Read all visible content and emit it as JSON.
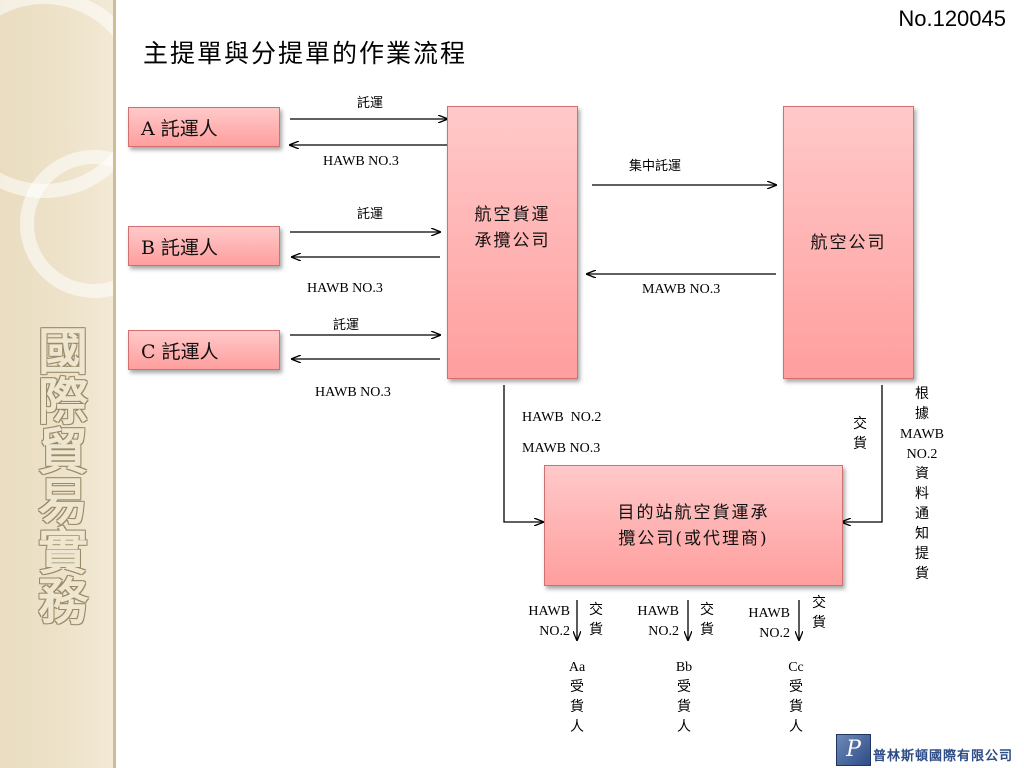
{
  "slide_number": "No.120045",
  "title": "主提單與分提單的作業流程",
  "sidebar_title": "國際貿易實務",
  "shippers": [
    {
      "label": "A 託運人"
    },
    {
      "label": "B 託運人"
    },
    {
      "label": "C 託運人"
    }
  ],
  "forwarder": {
    "line1": "航空貨運",
    "line2": "承攬公司"
  },
  "airline": {
    "label": "航空公司"
  },
  "destination": {
    "line1": "目的站航空貨運承",
    "line2": "攬公司(或代理商)"
  },
  "edge_labels": {
    "consign_a": "託運",
    "hawb_a": "HAWB NO.3",
    "consign_b": "託運",
    "hawb_b": "HAWB NO.3",
    "consign_c": "託運",
    "hawb_c": "HAWB NO.3",
    "consolidate": "集中託運",
    "mawb_back": "MAWB NO.3",
    "hawb_dest": "HAWB  NO.2",
    "mawb_dest": "MAWB NO.3",
    "deliver_airline": "交貨",
    "notify": "根據MAWB NO.2資料通知提貨"
  },
  "notify_parts": [
    "根",
    "據",
    "MAWB",
    " NO.2",
    "資",
    "料",
    "通",
    "知",
    "提",
    "貨"
  ],
  "deliver_airline_chars": [
    "交",
    "貨"
  ],
  "consignees": [
    {
      "hawb": "HAWB",
      "no": "NO.2",
      "deliver": [
        "交",
        "貨"
      ],
      "name": "Aa",
      "role": [
        "受",
        "貨",
        "人"
      ]
    },
    {
      "hawb": "HAWB",
      "no": "NO.2",
      "deliver": [
        "交",
        "貨"
      ],
      "name": "Bb",
      "role": [
        "受",
        "貨",
        "人"
      ]
    },
    {
      "hawb": "HAWB",
      "no": "NO.2",
      "deliver": [
        "交",
        "貨"
      ],
      "name": "Cc",
      "role": [
        "受",
        "貨",
        "人"
      ]
    }
  ],
  "company_name": "普林斯頓國際有限公司",
  "logo_letter": "P",
  "colors": {
    "box_top": "#ffc9c9",
    "box_bottom": "#ff9e9e",
    "sidebar": "#e9dcc0"
  }
}
